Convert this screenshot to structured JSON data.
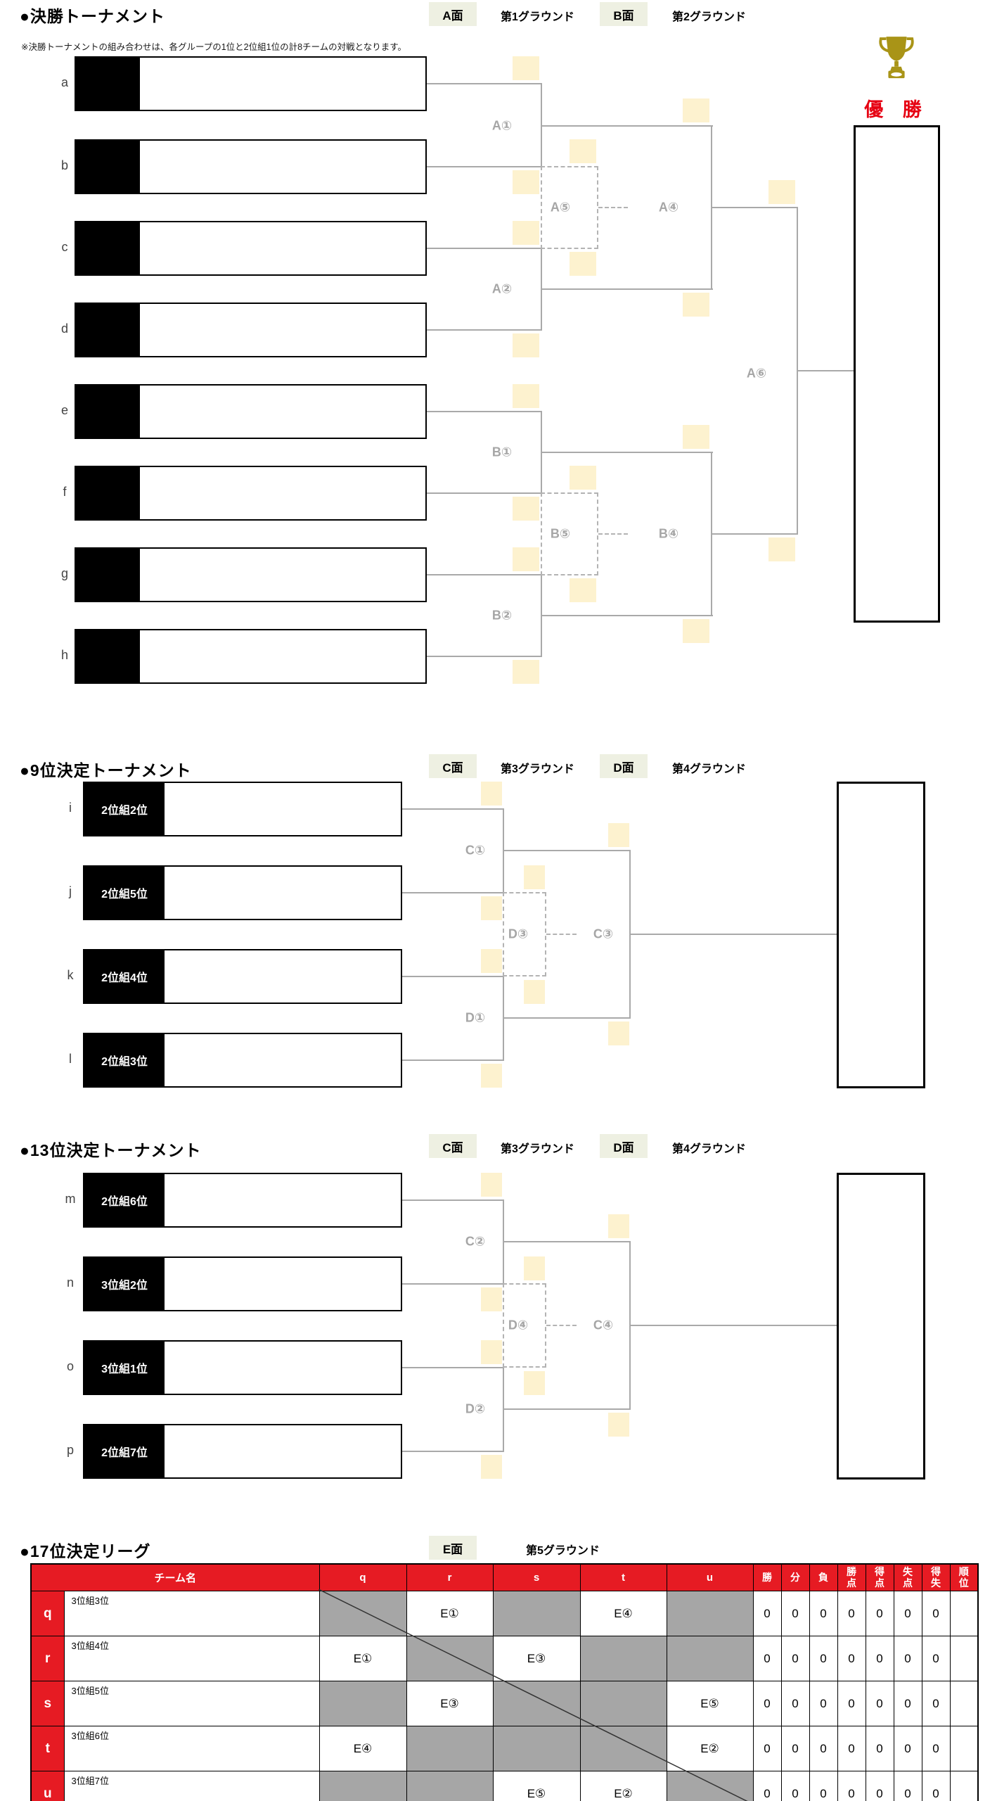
{
  "final": {
    "title": "●決勝トーナメント",
    "note": "※決勝トーナメントの組み合わせは、各グループの1位と2位組1位の計8チームの対戦となります。",
    "court_a": "A面",
    "ground_a": "第1グラウンド",
    "court_b": "B面",
    "ground_b": "第2グラウンド",
    "champion": "優 勝",
    "teams": [
      {
        "letter": "a"
      },
      {
        "letter": "b"
      },
      {
        "letter": "c"
      },
      {
        "letter": "d"
      },
      {
        "letter": "e"
      },
      {
        "letter": "f"
      },
      {
        "letter": "g"
      },
      {
        "letter": "h"
      }
    ],
    "matches": {
      "a1": "A①",
      "a2": "A②",
      "a4": "A④",
      "a5": "A⑤",
      "a6": "A⑥",
      "b1": "B①",
      "b2": "B②",
      "b4": "B④",
      "b5": "B⑤"
    }
  },
  "ninth": {
    "title": "●9位決定トーナメント",
    "court_c": "C面",
    "ground_3": "第3グラウンド",
    "court_d": "D面",
    "ground_4": "第4グラウンド",
    "teams": [
      {
        "letter": "i",
        "seed": "2位組2位"
      },
      {
        "letter": "j",
        "seed": "2位組5位"
      },
      {
        "letter": "k",
        "seed": "2位組4位"
      },
      {
        "letter": "l",
        "seed": "2位組3位"
      }
    ],
    "matches": {
      "c1": "C①",
      "d1": "D①",
      "d3": "D③",
      "c3": "C③"
    }
  },
  "thirteenth": {
    "title": "●13位決定トーナメント",
    "court_c": "C面",
    "ground_3": "第3グラウンド",
    "court_d": "D面",
    "ground_4": "第4グラウンド",
    "teams": [
      {
        "letter": "m",
        "seed": "2位組6位"
      },
      {
        "letter": "n",
        "seed": "3位組2位"
      },
      {
        "letter": "o",
        "seed": "3位組1位"
      },
      {
        "letter": "p",
        "seed": "2位組7位"
      }
    ],
    "matches": {
      "c2": "C②",
      "d2": "D②",
      "d4": "D④",
      "c4": "C④"
    }
  },
  "league": {
    "title": "●17位決定リーグ",
    "court_e": "E面",
    "ground_5": "第5グラウンド",
    "header_team": "チーム名",
    "cols": [
      "q",
      "r",
      "s",
      "t",
      "u"
    ],
    "stat_headers": [
      "勝",
      "分",
      "負",
      "勝点",
      "得点",
      "失点",
      "得失",
      "順位"
    ],
    "rows": [
      {
        "letter": "q",
        "team": "3位組3位",
        "cells": {
          "r": "E①",
          "t": "E④"
        },
        "stats": [
          "0",
          "0",
          "0",
          "0",
          "0",
          "0",
          "0"
        ],
        "rank": ""
      },
      {
        "letter": "r",
        "team": "3位組4位",
        "cells": {
          "q": "E①",
          "s": "E③"
        },
        "stats": [
          "0",
          "0",
          "0",
          "0",
          "0",
          "0",
          "0"
        ],
        "rank": ""
      },
      {
        "letter": "s",
        "team": "3位組5位",
        "cells": {
          "r": "E③",
          "u": "E⑤"
        },
        "stats": [
          "0",
          "0",
          "0",
          "0",
          "0",
          "0",
          "0"
        ],
        "rank": ""
      },
      {
        "letter": "t",
        "team": "3位組6位",
        "cells": {
          "q": "E④",
          "u": "E②"
        },
        "stats": [
          "0",
          "0",
          "0",
          "0",
          "0",
          "0",
          "0"
        ],
        "rank": ""
      },
      {
        "letter": "u",
        "team": "3位組7位",
        "cells": {
          "s": "E⑤",
          "t": "E②"
        },
        "stats": [
          "0",
          "0",
          "0",
          "0",
          "0",
          "0",
          "0"
        ],
        "rank": ""
      }
    ]
  },
  "colors": {
    "accent_red": "#e61b23",
    "champion_red": "#e60012",
    "bracket_gray": "#a9a9a9",
    "score_yellow": "#fdf2cf",
    "badge_bg": "#eef0e2",
    "cell_gray": "#a6a6a6",
    "trophy_gold": "#a99417"
  }
}
